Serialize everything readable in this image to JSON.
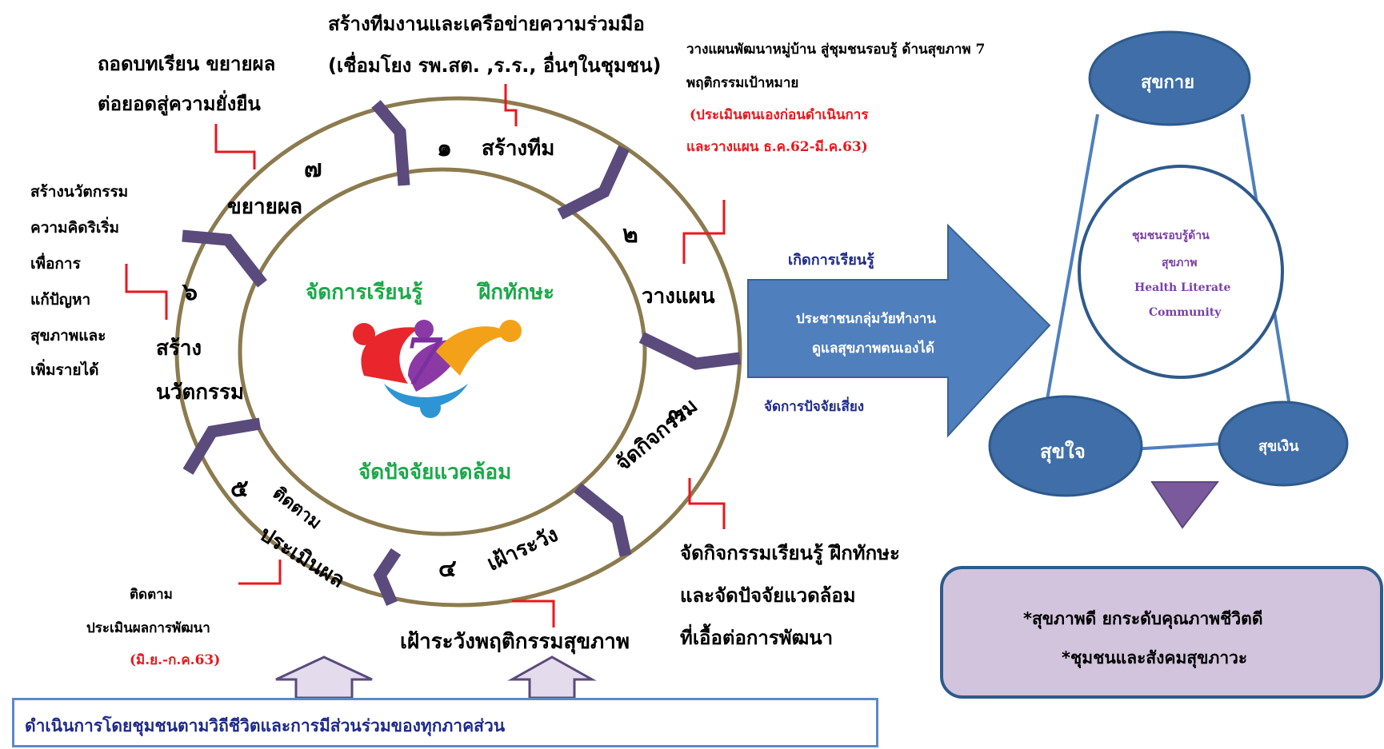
{
  "top_title": {
    "line1": "สร้างทีมงานและเครือข่ายความร่วมมือ",
    "line2": "(เชื่อมโยง รพ.สต. ,ร.ร., อื่นๆในชุมชน)"
  },
  "left_top": {
    "line1": "ถอดบทเรียน ขยายผล",
    "line2": "ต่อยอดสู่ความยั่งยืน"
  },
  "left_mid": {
    "lines": [
      "สร้างนวัตกรรม",
      "ความคิดริเริ่ม",
      "เพื่อการ",
      "แก้ปัญหา",
      "สุขภาพและ",
      "เพิ่มรายได้"
    ]
  },
  "right_top": {
    "line1": "วางแผนพัฒนาหมู่บ้าน สู่ชุมชนรอบรู้ ด้านสุขภาพ 7",
    "line2": "พฤติกรรมเป้าหมาย",
    "red1": "(ประเมินตนเองก่อนดำเนินการ",
    "red2": "และวางแผน  ธ.ค.62-มี.ค.63)"
  },
  "right_bottom": {
    "line1": "จัดกิจกรรมเรียนรู้  ฝึกทักษะ",
    "line2": "และจัดปัจจัยแวดล้อม",
    "line3": "ที่เอื้อต่อการพัฒนา"
  },
  "bottom_left_note": {
    "line1": "ติดตาม",
    "line2": "ประเมินผลการพัฒนา",
    "red": "(มิ.ย.-ก.ค.63)"
  },
  "bottom_center": "เฝ้าระวังพฤติกรรมสุขภาพ",
  "bottom_box": "ดำเนินการโดยชุมชนตามวิถีชีวิตและการมีส่วนร่วมของทุกภาคส่วน",
  "ring_steps": {
    "s1": {
      "num": "๑",
      "label": "สร้างทีม"
    },
    "s2": {
      "num": "๒",
      "label": "วางแผน"
    },
    "s3": {
      "num": "๓",
      "label": "จัดกิจกรรม"
    },
    "s4": {
      "num": "๔",
      "label": "เฝ้าระวัง"
    },
    "s5": {
      "num": "๕",
      "label1": "ติดตาม",
      "label2": "ประเมินผล"
    },
    "s6": {
      "num": "๖",
      "label1": "สร้าง",
      "label2": "นวัตกรรม"
    },
    "s7": {
      "num": "๗",
      "label": "ขยายผล"
    }
  },
  "center": {
    "learn": "จัดการเรียนรู้",
    "skill": "ฝึกทักษะ",
    "env": "จัดปัจจัยแวดล้อม",
    "logo_num": "7"
  },
  "arrow": {
    "above": "เกิดการเรียนรู้",
    "inside1": "ประชาชนกลุ่มวัยทำงาน",
    "inside2": "ดูแลสุขภาพตนเองได้",
    "below": "จัดการปัจจัยเสี่ยง"
  },
  "right_diagram": {
    "top": "สุขกาย",
    "left": "สุขใจ",
    "right": "สุขเงิน",
    "center1": "ชุมชนรอบรู้ด้าน",
    "center2": "สุขภาพ",
    "center3": "Health Literate",
    "center4": "Community"
  },
  "outcome": {
    "line1": "*สุขภาพดี  ยกระดับคุณภาพชีวิตดี",
    "line2": "*ชุมชนและสังคมสุขภาวะ"
  },
  "colors": {
    "ring": "#8c7b4f",
    "spoke": "#5b4a7c",
    "arrow_fill": "#4f7fbd",
    "circle_fill": "#3f6ea8",
    "box_fill": "#d2c4dc",
    "triangle": "#7a5a9c"
  }
}
